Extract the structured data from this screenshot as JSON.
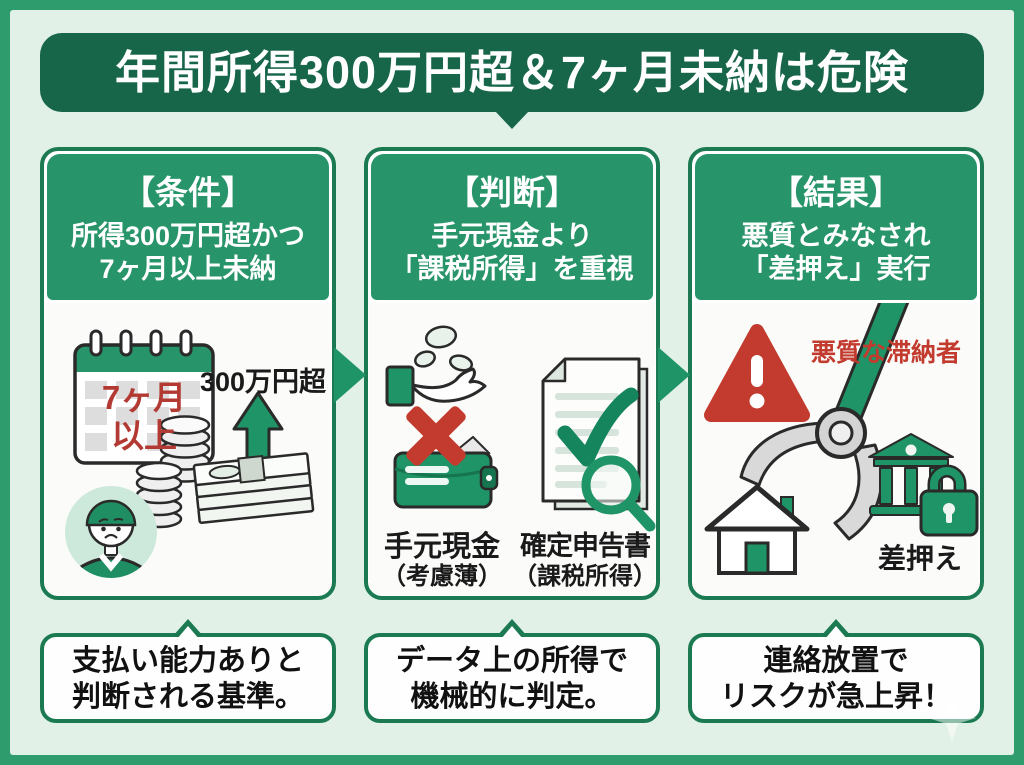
{
  "colors": {
    "frame_green": "#2E9C6C",
    "background_green": "#E2F1E8",
    "title_bg_green": "#17664A",
    "header_green": "#27946A",
    "card_border_green": "#1C7A52",
    "accent_green": "#1F9467",
    "alert_red": "#C23B2E",
    "calendar_red": "#B23A32",
    "text_dark": "#1A1A1A"
  },
  "title": {
    "text": "年間所得300万円超＆7ヶ月未納は危険"
  },
  "columns": [
    {
      "heading": "【条件】",
      "sub_line1": "所得300万円超かつ",
      "sub_line2": "7ヶ月以上未納",
      "illustration": {
        "calendar_line1": "7ヶ月",
        "calendar_line2": "以上",
        "amount_label": "300万円超",
        "icons": [
          "calendar-icon",
          "coin-stack-icon",
          "banknote-stack-icon",
          "up-arrow-icon",
          "worried-person-avatar"
        ]
      },
      "bubble": {
        "line1": "支払い能力ありと",
        "line2": "判断される基準。"
      }
    },
    {
      "heading": "【判断】",
      "sub_line1": "手元現金より",
      "sub_line2": "「課税所得」を重視",
      "illustration": {
        "left_label": "手元現金",
        "left_sublabel": "（考慮薄）",
        "right_label": "確定申告書",
        "right_sublabel": "（課税所得）",
        "icons": [
          "hand-coins-icon",
          "red-x-icon",
          "wallet-icon",
          "tax-return-document-icon",
          "check-mark-icon",
          "magnifier-icon"
        ]
      },
      "bubble": {
        "line1": "データ上の所得で",
        "line2": "機械的に判定。"
      }
    },
    {
      "heading": "【結果】",
      "sub_line1": "悪質とみなされ",
      "sub_line2": "「差押え」実行",
      "illustration": {
        "warning_label": "悪質な滞納者",
        "seizure_label": "差押え",
        "icons": [
          "warning-triangle-icon",
          "claw-icon",
          "house-icon",
          "bank-icon",
          "padlock-icon"
        ]
      },
      "bubble": {
        "line1": "連絡放置で",
        "line2": "リスクが急上昇！"
      }
    }
  ]
}
